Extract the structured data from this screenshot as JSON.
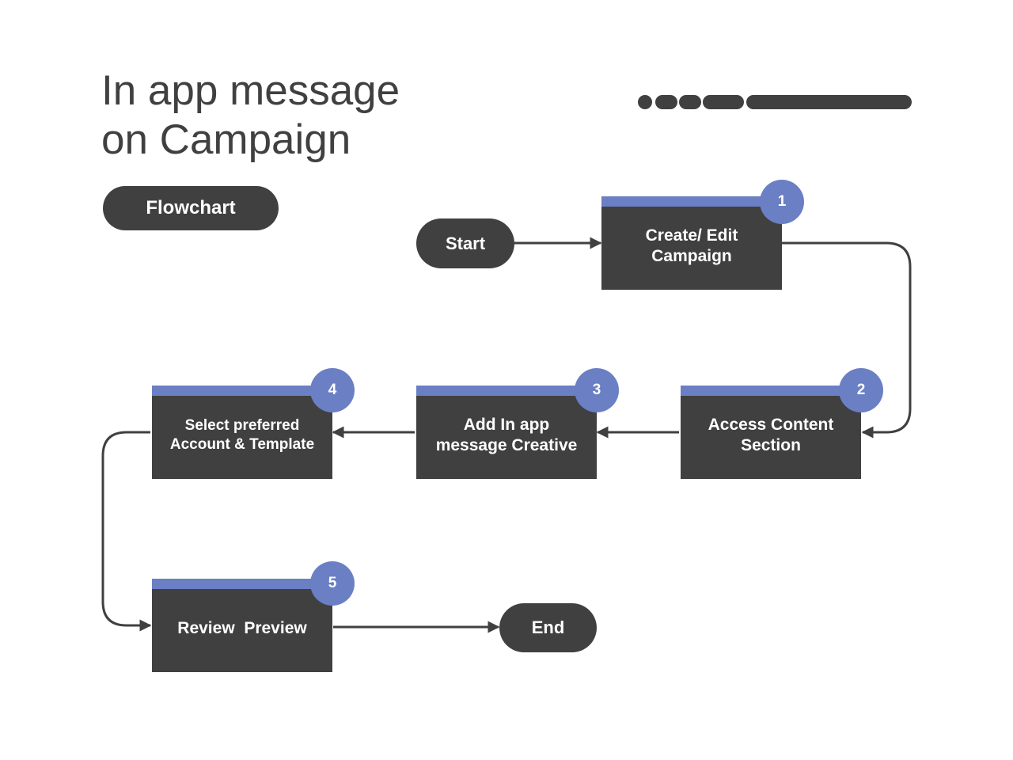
{
  "title": {
    "line1": "In app message",
    "line2": "on Campaign"
  },
  "tag": "Flowchart",
  "start_label": "Start",
  "end_label": "End",
  "steps": [
    {
      "number": "1",
      "lines": [
        "Create/ Edit",
        "Campaign"
      ]
    },
    {
      "number": "2",
      "lines": [
        "Access Content",
        "Section"
      ]
    },
    {
      "number": "3",
      "lines": [
        "Add In app",
        "message Creative"
      ]
    },
    {
      "number": "4",
      "lines": [
        "Select preferred",
        "Account & Template"
      ]
    },
    {
      "number": "5",
      "lines": [
        "Review  Preview"
      ]
    }
  ],
  "colors": {
    "box": "#404040",
    "accent": "#6b7fc4",
    "text": "#ffffff",
    "title": "#404040"
  }
}
